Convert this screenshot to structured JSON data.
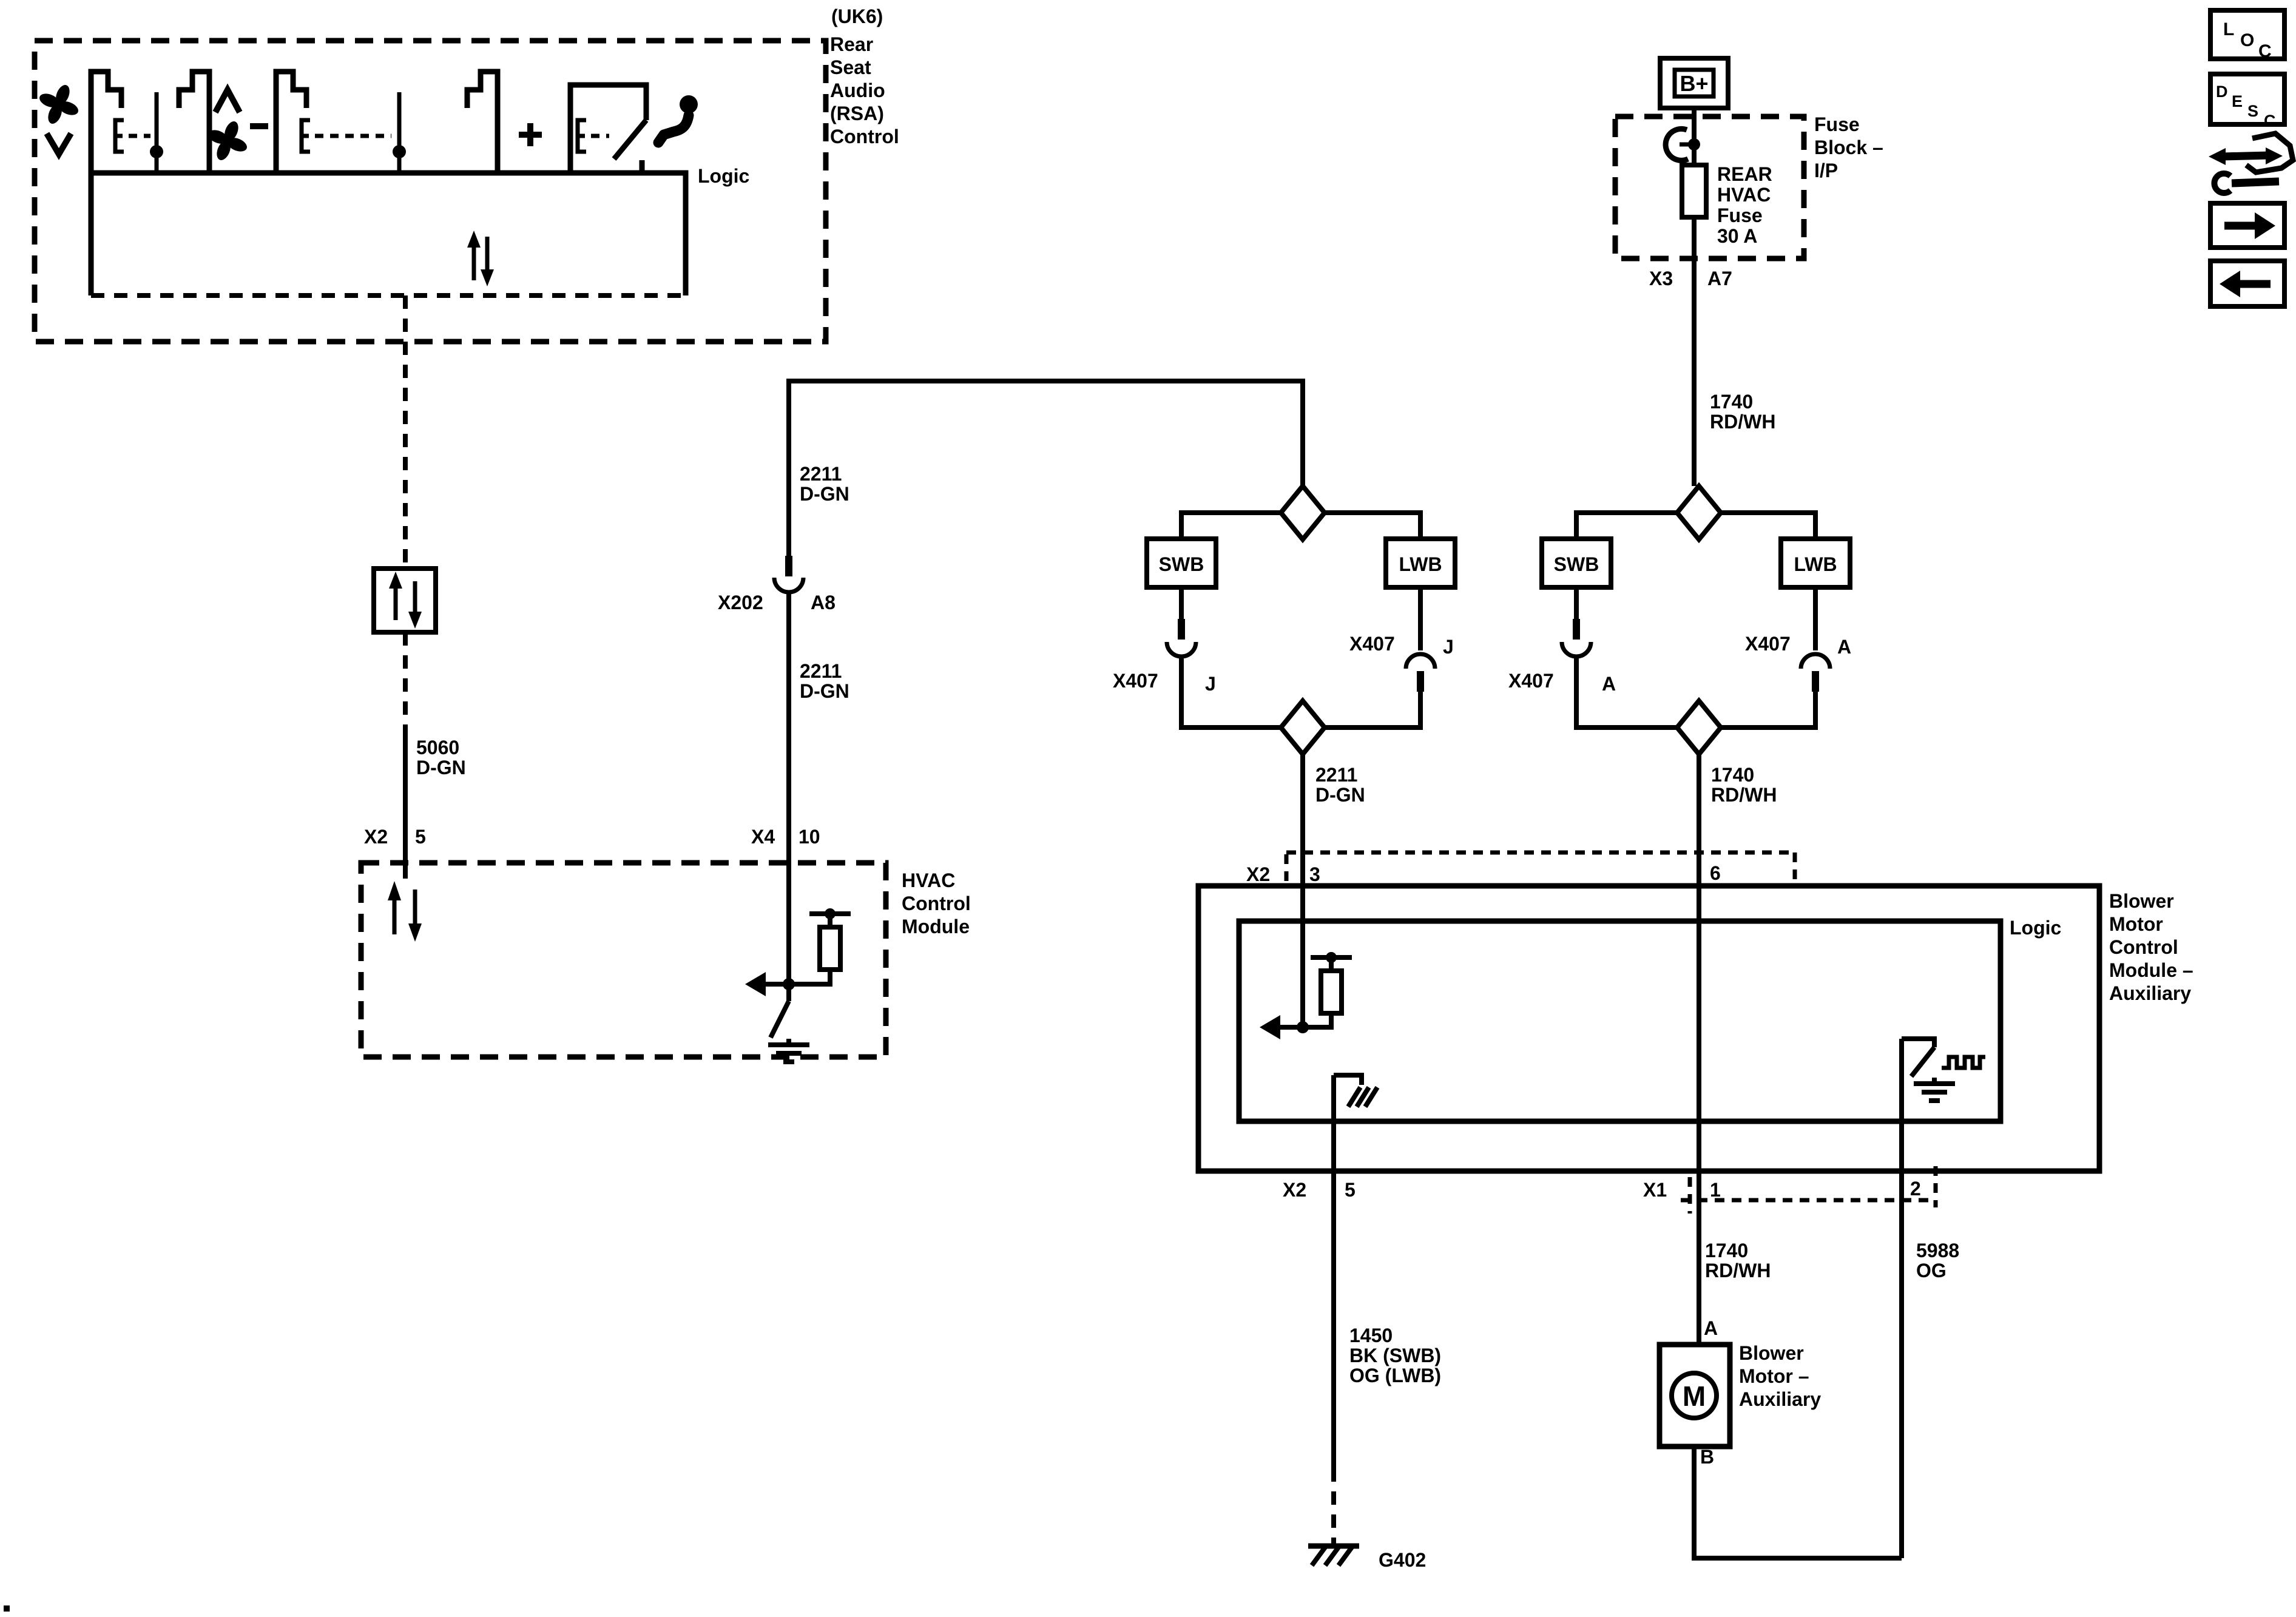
{
  "colors": {
    "ink": "#000000",
    "paper": "#ffffff"
  },
  "rsa": {
    "variant": "(UK6)",
    "title_lines": [
      "Rear",
      "Seat",
      "Audio",
      "(RSA)",
      "Control"
    ],
    "logic_label": "Logic"
  },
  "serial": {
    "circuit": "5060",
    "wire_color": "D-GN",
    "hvac_pin": {
      "connector": "X2",
      "pin": "5"
    }
  },
  "hvac": {
    "title_lines": [
      "HVAC",
      "Control",
      "Module"
    ],
    "pin": {
      "connector": "X4",
      "pin": "10"
    }
  },
  "w2211": {
    "circuit": "2211",
    "color": "D-GN"
  },
  "x202": {
    "name": "X202",
    "pin": "A8"
  },
  "fuse": {
    "b_plus": "B+",
    "block_lines": [
      "Fuse",
      "Block –",
      "I/P"
    ],
    "fuse_lines": [
      "REAR",
      "HVAC",
      "Fuse",
      "30 A"
    ],
    "conn": "X3",
    "pin": "A7"
  },
  "w1740": {
    "circuit": "1740",
    "color": "RD/WH"
  },
  "variants": {
    "swb": "SWB",
    "lwb": "LWB"
  },
  "x407": {
    "name": "X407",
    "pin_j": "J",
    "pin_a": "A"
  },
  "module": {
    "title_lines": [
      "Blower",
      "Motor",
      "Control",
      "Module –",
      "Auxiliary"
    ],
    "logic_label": "Logic",
    "x2_in": {
      "connector": "X2",
      "pin": "3"
    },
    "pin6": "6",
    "x2_out": {
      "connector": "X2",
      "pin": "5"
    },
    "x1": {
      "connector": "X1",
      "pin1": "1",
      "pin2": "2"
    }
  },
  "w1450": {
    "circuit": "1450",
    "color_swb": "BK (SWB)",
    "color_lwb": "OG (LWB)"
  },
  "w5988": {
    "circuit": "5988",
    "color": "OG"
  },
  "motor": {
    "title_lines": [
      "Blower",
      "Motor –",
      "Auxiliary"
    ],
    "label": "M",
    "pin_a": "A",
    "pin_b": "B"
  },
  "ground": {
    "label": "G402"
  },
  "sidebar": {
    "loc": [
      "L",
      "O",
      "C"
    ],
    "desc": [
      "D",
      "E",
      "S",
      "C"
    ]
  }
}
